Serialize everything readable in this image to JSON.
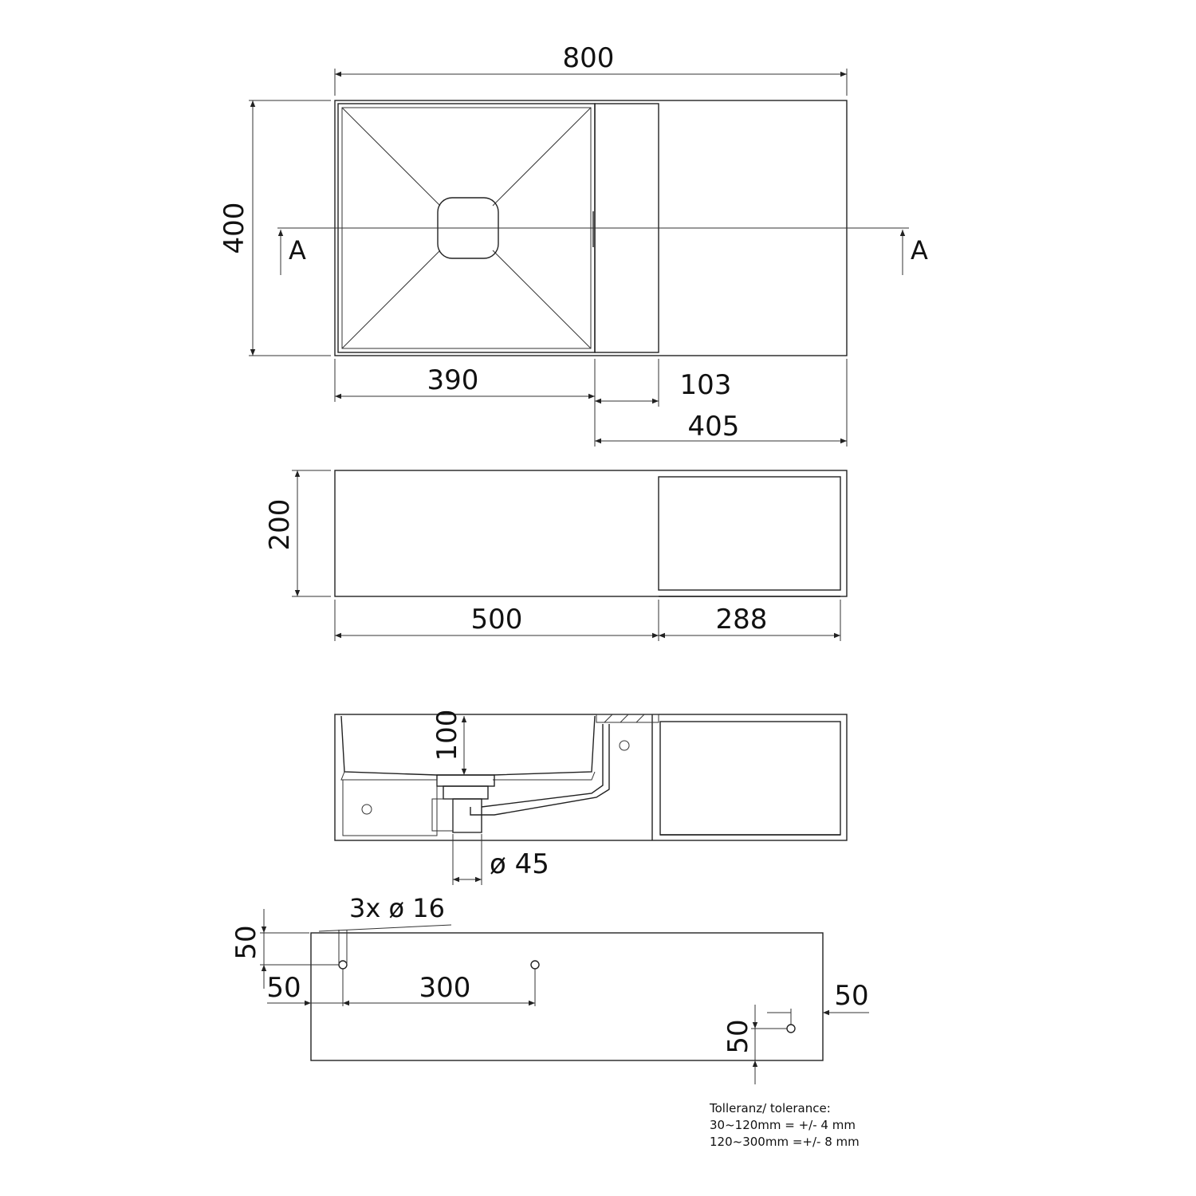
{
  "top_view": {
    "width": "800",
    "depth": "400",
    "basin_width": "390",
    "shelf_width": "103",
    "right_section": "405",
    "section_mark": "A"
  },
  "front_view": {
    "height": "200",
    "left_width": "500",
    "niche_width": "288"
  },
  "section_view": {
    "basin_depth": "100",
    "drain_diameter": "ø 45"
  },
  "back_view": {
    "holes": "3x ø 16",
    "hole_offset_top": "50",
    "hole_offset_left": "50",
    "hole_spacing": "300",
    "hole_offset_right": "50",
    "hole_offset_bottom": "50"
  },
  "tolerance": {
    "title": "Tolleranz/ tolerance:",
    "line1": "30~120mm = +/- 4 mm",
    "line2": "120~300mm =+/- 8 mm"
  }
}
